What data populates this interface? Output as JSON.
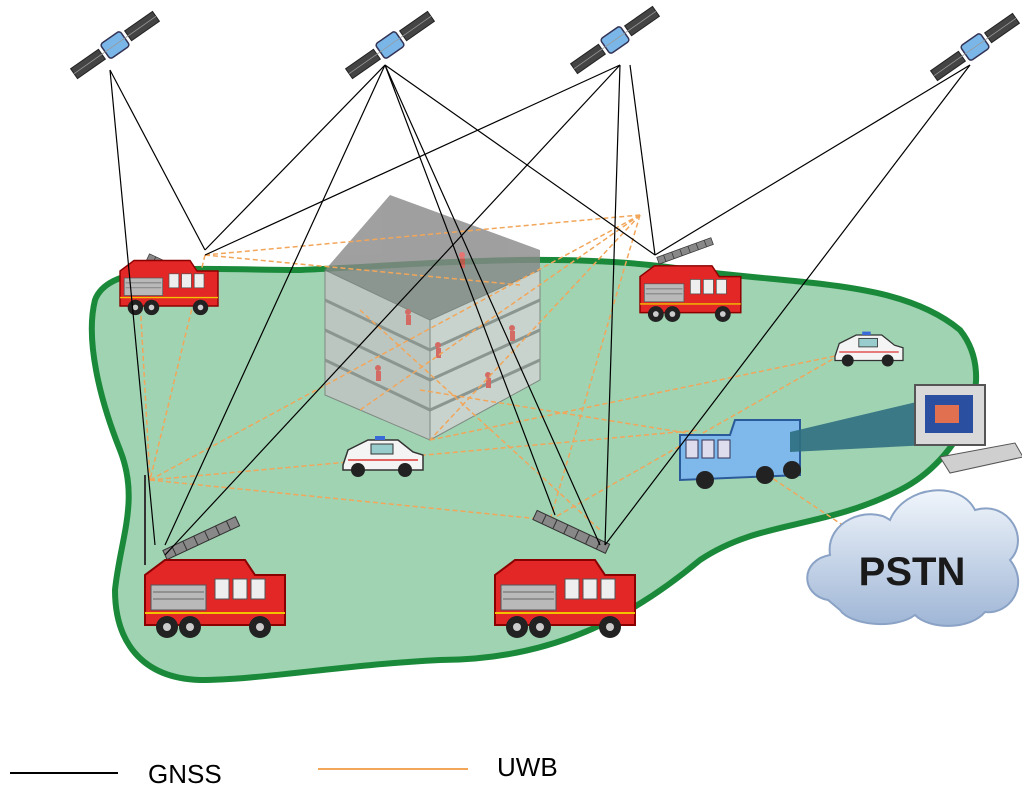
{
  "cloud": {
    "label": "PSTN"
  },
  "legend": [
    {
      "label": "GNSS",
      "color": "#000000"
    },
    {
      "label": "UWB",
      "color": "#f2a65a"
    }
  ],
  "colors": {
    "ground": "#9fd3b2",
    "ground_edge": "#1a8a3a",
    "truck": "#e02020",
    "van": "#7fb8ea",
    "cloud": "#c8d8ec",
    "building": "#b8b8b8"
  },
  "icons": [
    "satellite-icon",
    "fire-truck-icon",
    "police-car-icon",
    "command-van-icon",
    "computer-icon",
    "building-icon",
    "cloud-icon"
  ]
}
